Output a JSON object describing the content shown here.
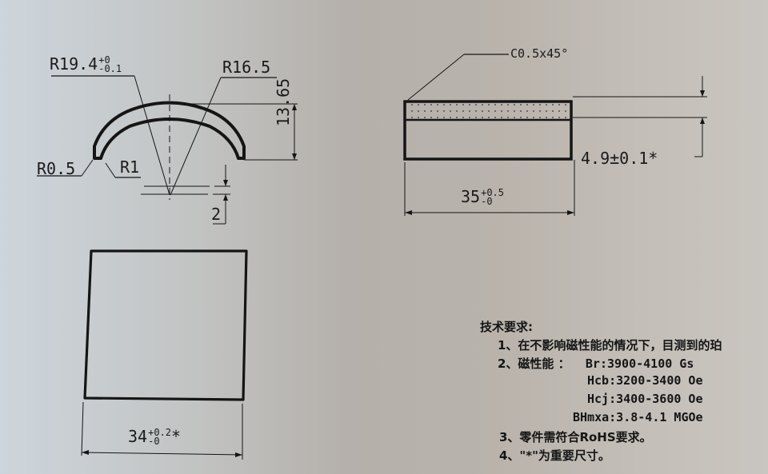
{
  "drawing": {
    "arc_view": {
      "outer_radius": {
        "label": "R19.4",
        "upper_tol": "+0",
        "lower_tol": "-0.1"
      },
      "inner_radius": {
        "label": "R16.5"
      },
      "height": {
        "label": "13.65"
      },
      "edge_radius_small": {
        "label": "R0.5"
      },
      "edge_radius_large": {
        "label": "R1"
      },
      "center_offset": {
        "label": "2"
      }
    },
    "side_view": {
      "chamfer": {
        "label": "C0.5x45°"
      },
      "thickness": {
        "label": "4.9±0.1*"
      },
      "length": {
        "label": "35",
        "upper_tol": "+0.5",
        "lower_tol": "-0"
      }
    },
    "top_view": {
      "width": {
        "label": "34",
        "upper_tol": "+0.2",
        "lower_tol": "-0",
        "suffix": "*"
      }
    }
  },
  "technical_requirements": {
    "title": "技术要求:",
    "items": [
      {
        "text": "1、在不影响磁性能的情况下，目测到的珀"
      },
      {
        "text": "2、磁性能 ：",
        "value": "Br:3900-4100 Gs"
      },
      {
        "value": "Hcb:3200-3400 Oe"
      },
      {
        "value": "Hcj:3400-3600 Oe"
      },
      {
        "value": "BHmxa:3.8-4.1 MGOe"
      },
      {
        "text": "3、零件需符合RoHS要求。"
      },
      {
        "text": "4、\"*\"为重要尺寸。"
      }
    ]
  },
  "colors": {
    "ink": "#151515",
    "paper": "#c2bfba"
  }
}
